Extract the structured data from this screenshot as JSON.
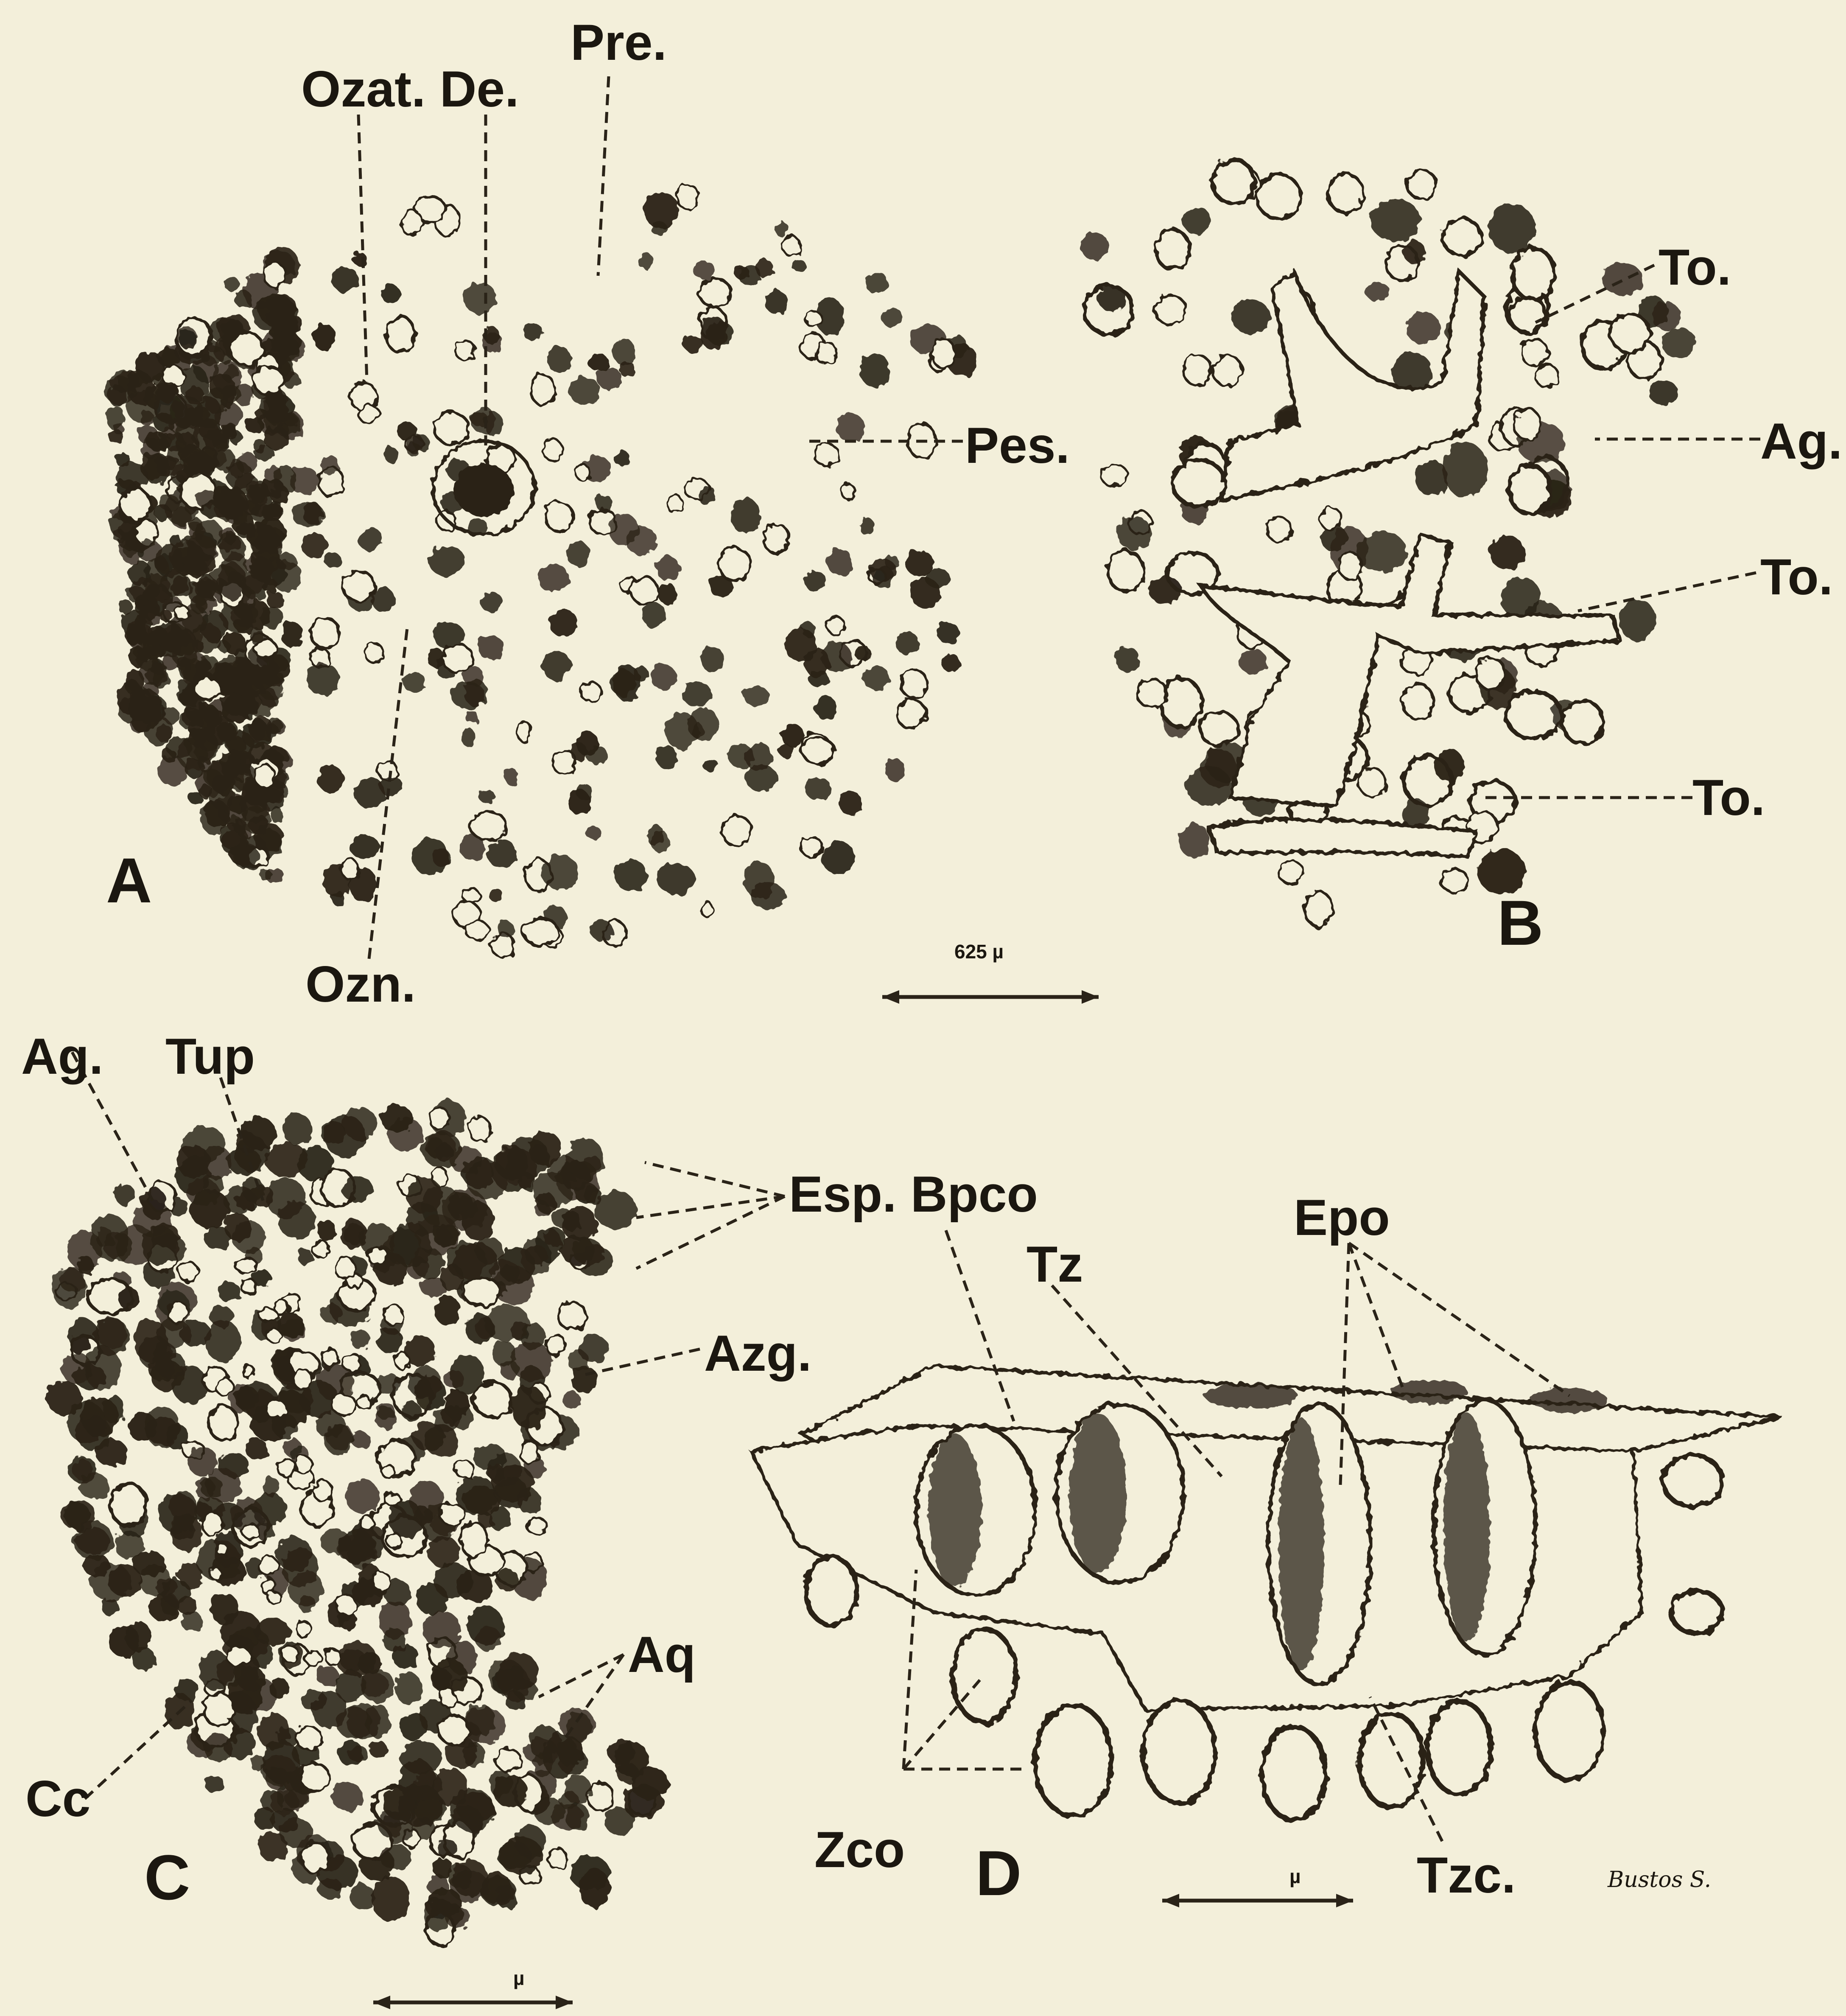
{
  "plate": {
    "background_color": "#f3efda",
    "ink_color": "#2a2318",
    "panels": [
      {
        "letter": "A",
        "labels": [
          "Pre.",
          "Ozat. De.",
          "Pes.",
          "Ozn."
        ],
        "scale_bar": "625 µ"
      },
      {
        "letter": "B",
        "labels": [
          "To.",
          "Ag.",
          "To.",
          "To."
        ]
      },
      {
        "letter": "C",
        "labels": [
          "Ag.",
          "Tup",
          "Esp. Bpco",
          "Azg.",
          "Aq",
          "Cc"
        ],
        "scale_bar": "µ"
      },
      {
        "letter": "D",
        "labels": [
          "Epo",
          "Tz",
          "Zco",
          "Tzc."
        ],
        "scale_bar": "µ",
        "signature": "Bustos S."
      }
    ]
  }
}
